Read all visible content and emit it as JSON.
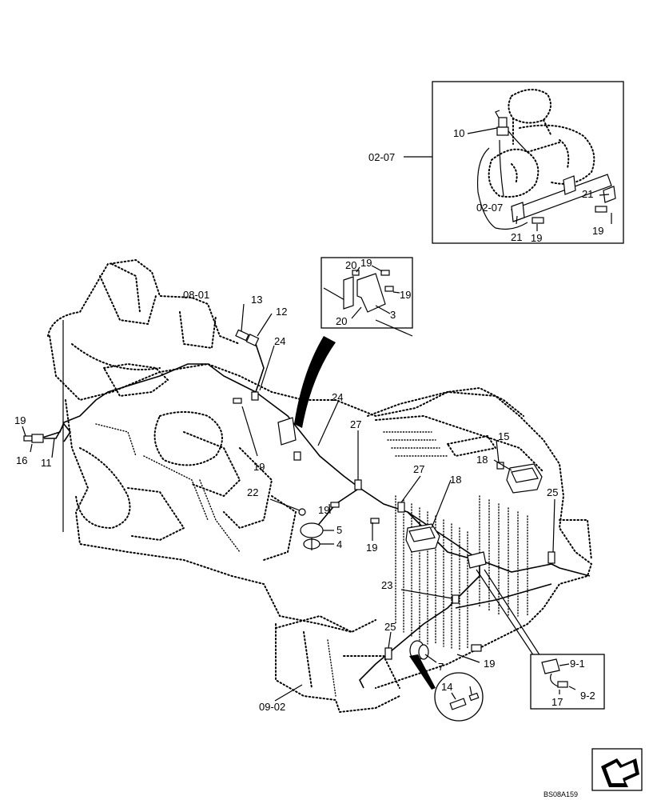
{
  "callouts": {
    "c10": "10",
    "c0207a": "02-07",
    "c0207b": "02-07",
    "c21a": "21",
    "c21b": "21",
    "c19a": "19",
    "c19b": "19",
    "c20a": "20",
    "c19c": "19",
    "c19d": "19",
    "c3": "3",
    "c20b": "20",
    "c0801": "08-01",
    "c13": "13",
    "c12": "12",
    "c24a": "24",
    "c24b": "24",
    "c19e": "19",
    "c16": "16",
    "c11": "11",
    "c19f": "19",
    "c27a": "27",
    "c27b": "27",
    "c15": "15",
    "c18a": "18",
    "c18b": "18",
    "c22": "22",
    "c19g": "19",
    "c5": "5",
    "c4": "4",
    "c19h": "19",
    "c25a": "25",
    "c23": "23",
    "c25b": "25",
    "c7": "7",
    "c19i": "19",
    "c14": "14",
    "c91": "9-1",
    "c92": "9-2",
    "c17": "17",
    "c0902": "09-02"
  },
  "drawing_code": "BS08A159",
  "nav_icon": "arrow-icon"
}
